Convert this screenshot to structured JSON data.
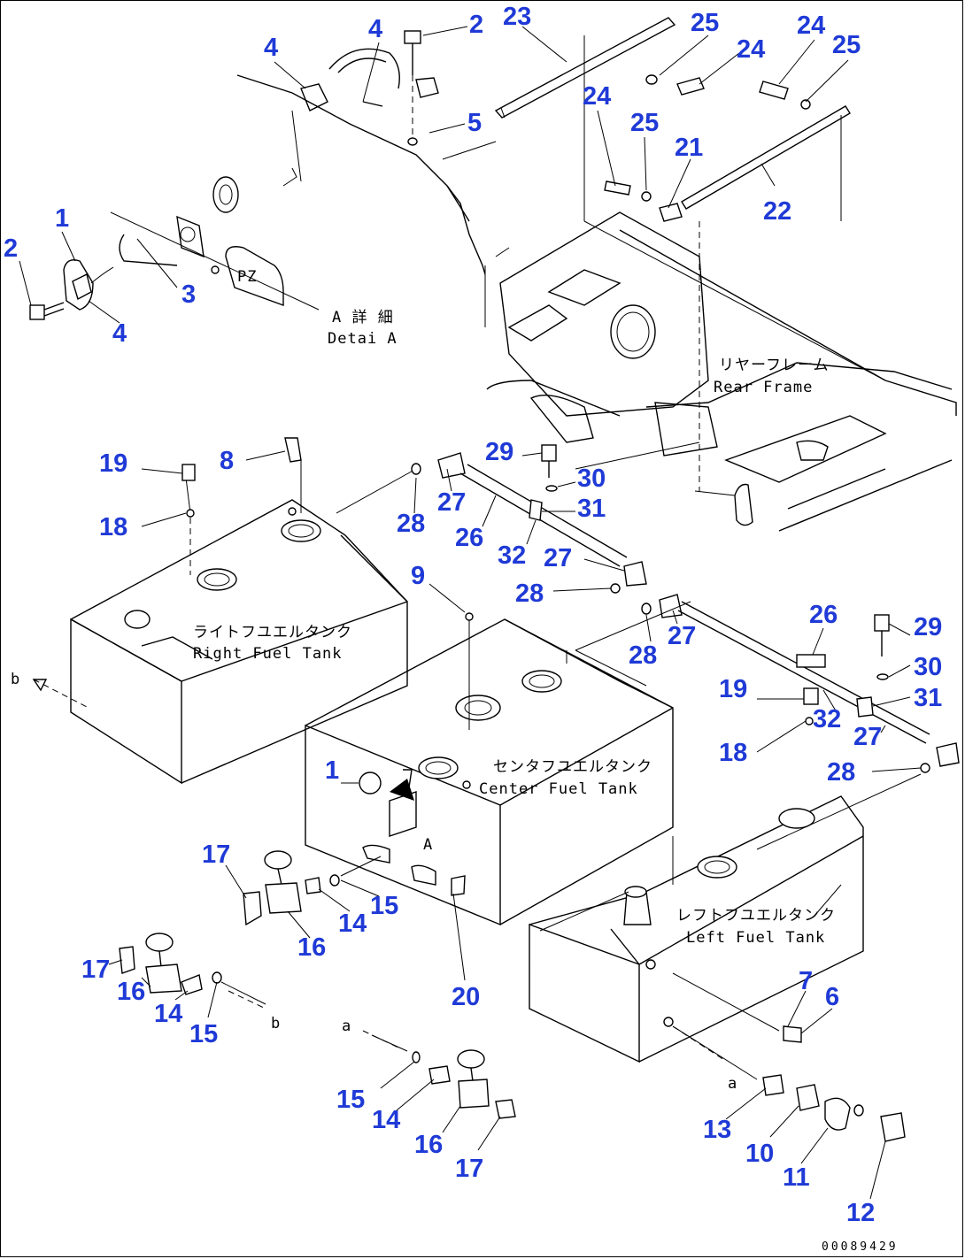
{
  "callouts": [
    "1",
    "2",
    "3",
    "4",
    "5",
    "6",
    "7",
    "8",
    "9",
    "10",
    "11",
    "12",
    "13",
    "14",
    "15",
    "16",
    "17",
    "18",
    "19",
    "20",
    "21",
    "22",
    "23",
    "24",
    "25",
    "26",
    "27",
    "28",
    "29",
    "30",
    "31",
    "32"
  ],
  "captions": {
    "detail_a_jp": "A 詳 細",
    "detail_a_en": "Detai A",
    "rear_frame_jp": "リヤーフレーム",
    "rear_frame_en": "Rear Frame",
    "right_tank_jp": "ライトフユエルタンク",
    "right_tank_en": "Right Fuel Tank",
    "center_tank_jp": "センタフユエルタンク",
    "center_tank_en": "Center Fuel Tank",
    "left_tank_jp": "レフトフユエルタンク",
    "left_tank_en": "Left Fuel Tank"
  },
  "view_markers": {
    "a": "a",
    "b": "b",
    "A": "A"
  },
  "doc_number": "00089429",
  "colors": {
    "callout": "#1f3ad6",
    "line": "#000000",
    "background": "#ffffff"
  }
}
